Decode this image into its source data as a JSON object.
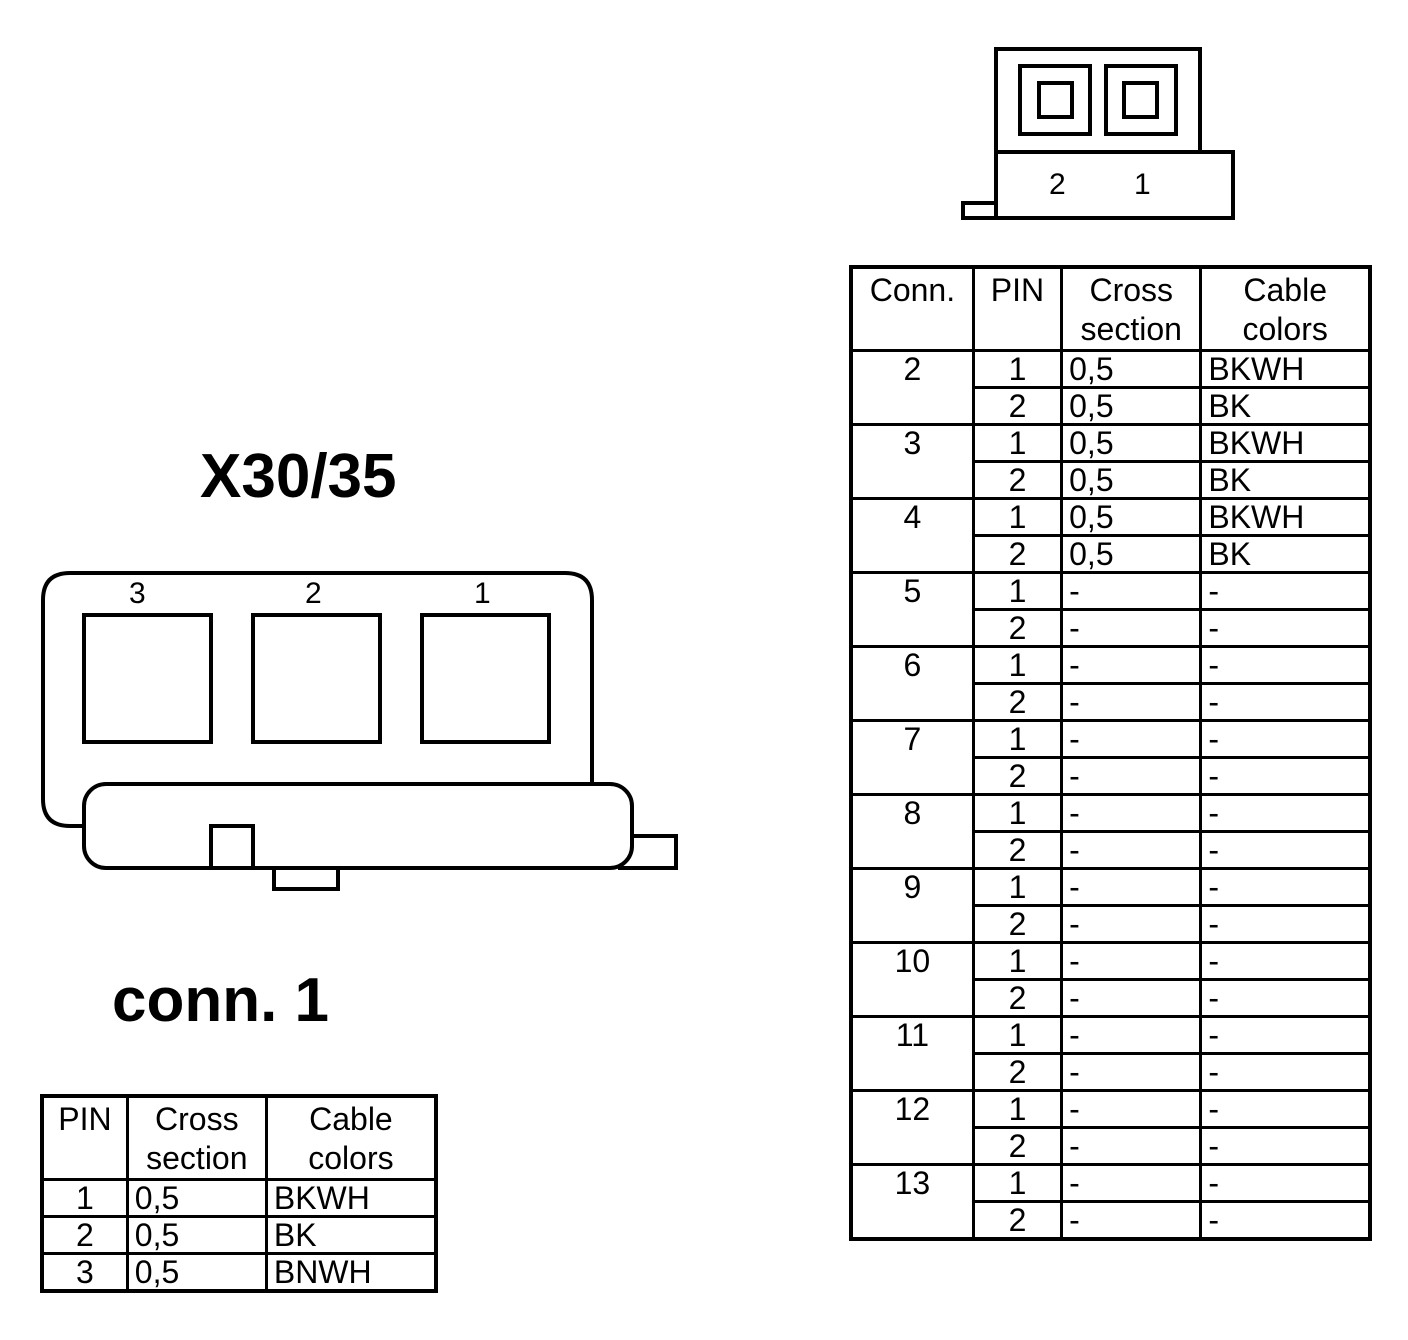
{
  "left_connector": {
    "title": "X30/35",
    "pin_labels": [
      "3",
      "2",
      "1"
    ],
    "subtitle": "conn. 1"
  },
  "right_connector": {
    "pin_labels": [
      "2",
      "1"
    ]
  },
  "left_table": {
    "headers": {
      "pin": "PIN",
      "cross": [
        "Cross",
        "section"
      ],
      "cable": [
        "Cable",
        "colors"
      ]
    },
    "rows": [
      {
        "pin": "1",
        "cross": "0,5",
        "color": "BKWH"
      },
      {
        "pin": "2",
        "cross": "0,5",
        "color": "BK"
      },
      {
        "pin": "3",
        "cross": "0,5",
        "color": "BNWH"
      }
    ]
  },
  "right_table": {
    "headers": {
      "conn": "Conn.",
      "pin": "PIN",
      "cross": [
        "Cross",
        "section"
      ],
      "cable": [
        "Cable",
        "colors"
      ]
    },
    "groups": [
      {
        "conn": "2",
        "rows": [
          {
            "pin": "1",
            "cross": "0,5",
            "color": "BKWH"
          },
          {
            "pin": "2",
            "cross": "0,5",
            "color": "BK"
          }
        ]
      },
      {
        "conn": "3",
        "rows": [
          {
            "pin": "1",
            "cross": "0,5",
            "color": "BKWH"
          },
          {
            "pin": "2",
            "cross": "0,5",
            "color": "BK"
          }
        ]
      },
      {
        "conn": "4",
        "rows": [
          {
            "pin": "1",
            "cross": "0,5",
            "color": "BKWH"
          },
          {
            "pin": "2",
            "cross": "0,5",
            "color": "BK"
          }
        ]
      },
      {
        "conn": "5",
        "rows": [
          {
            "pin": "1",
            "cross": "-",
            "color": "-"
          },
          {
            "pin": "2",
            "cross": "-",
            "color": "-"
          }
        ]
      },
      {
        "conn": "6",
        "rows": [
          {
            "pin": "1",
            "cross": "-",
            "color": "-"
          },
          {
            "pin": "2",
            "cross": "-",
            "color": "-"
          }
        ]
      },
      {
        "conn": "7",
        "rows": [
          {
            "pin": "1",
            "cross": "-",
            "color": "-"
          },
          {
            "pin": "2",
            "cross": "-",
            "color": "-"
          }
        ]
      },
      {
        "conn": "8",
        "rows": [
          {
            "pin": "1",
            "cross": "-",
            "color": "-"
          },
          {
            "pin": "2",
            "cross": "-",
            "color": "-"
          }
        ]
      },
      {
        "conn": "9",
        "rows": [
          {
            "pin": "1",
            "cross": "-",
            "color": "-"
          },
          {
            "pin": "2",
            "cross": "-",
            "color": "-"
          }
        ]
      },
      {
        "conn": "10",
        "rows": [
          {
            "pin": "1",
            "cross": "-",
            "color": "-"
          },
          {
            "pin": "2",
            "cross": "-",
            "color": "-"
          }
        ]
      },
      {
        "conn": "11",
        "rows": [
          {
            "pin": "1",
            "cross": "-",
            "color": "-"
          },
          {
            "pin": "2",
            "cross": "-",
            "color": "-"
          }
        ]
      },
      {
        "conn": "12",
        "rows": [
          {
            "pin": "1",
            "cross": "-",
            "color": "-"
          },
          {
            "pin": "2",
            "cross": "-",
            "color": "-"
          }
        ]
      },
      {
        "conn": "13",
        "rows": [
          {
            "pin": "1",
            "cross": "-",
            "color": "-"
          },
          {
            "pin": "2",
            "cross": "-",
            "color": "-"
          }
        ]
      }
    ]
  }
}
